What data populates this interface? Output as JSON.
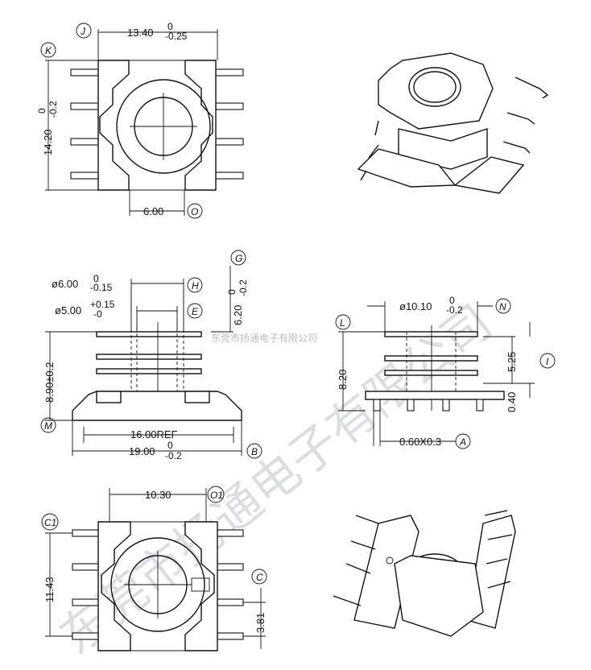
{
  "top_view": {
    "width_dim": "13.40",
    "width_tol_upper": "0",
    "width_tol_lower": "-0.25",
    "height_dim": "14.20",
    "height_tol_upper": "0",
    "height_tol_lower": "-0.2",
    "pitch_dim": "6.00",
    "labels": {
      "j": "J",
      "k": "K",
      "o": "O"
    }
  },
  "side_view": {
    "d1_dim": "ø6.00",
    "d1_tol_upper": "0",
    "d1_tol_lower": "-0.15",
    "d2_dim": "ø5.00",
    "d2_tol_upper": "+0.15",
    "d2_tol_lower": "-0",
    "height_dim": "6.20",
    "height_tol_upper": "0",
    "height_tol_lower": "-0.2",
    "total_height": "8.90±0.2",
    "ref_dim": "16.00REF",
    "width_dim": "19.00",
    "width_tol_upper": "0",
    "width_tol_lower": "-0.2",
    "labels": {
      "g": "G",
      "h": "H",
      "e": "E",
      "m": "M",
      "b": "B"
    }
  },
  "end_view": {
    "flange_dim": "ø10.10",
    "flange_tol_upper": "0",
    "flange_tol_lower": "-0.2",
    "height_dim": "8.20",
    "slot_dim": "5.25",
    "offset_dim": "0.40",
    "pin_dim": "0.60X0.3",
    "labels": {
      "l": "L",
      "n": "N",
      "i": "I",
      "a": "A"
    }
  },
  "bottom_view": {
    "width_dim": "10.30",
    "height_dim": "11.43",
    "pin_dim": "3.81",
    "labels": {
      "c1": "C1",
      "o1": "O1",
      "c": "C"
    }
  },
  "watermark": {
    "large": "东莞市扬通电子有限公司",
    "small": "东莞市扬通电子有限公司"
  }
}
